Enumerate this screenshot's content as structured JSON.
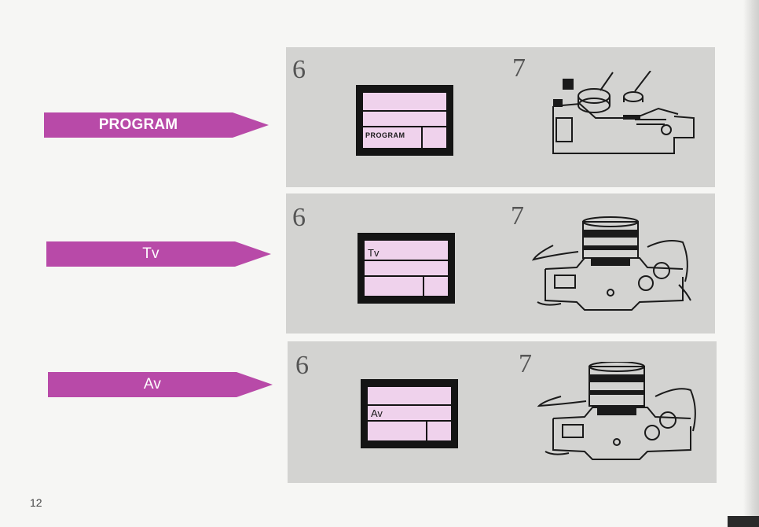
{
  "modes": [
    {
      "label": "PROGRAM",
      "step_a": "6",
      "step_b": "7",
      "display_text": "PROGRAM"
    },
    {
      "label": "Tv",
      "step_a": "6",
      "step_b": "7",
      "display_text": "Tv"
    },
    {
      "label": "Av",
      "step_a": "6",
      "step_b": "7",
      "display_text": "Av"
    }
  ],
  "page_number": "12",
  "colors": {
    "arrow": "#b84aa8",
    "display": "#efd2ec",
    "panel": "#d3d3d1"
  },
  "illustrations": [
    "camera-top-dial-illustration",
    "camera-hands-lens-illustration",
    "camera-hands-lens-illustration"
  ]
}
